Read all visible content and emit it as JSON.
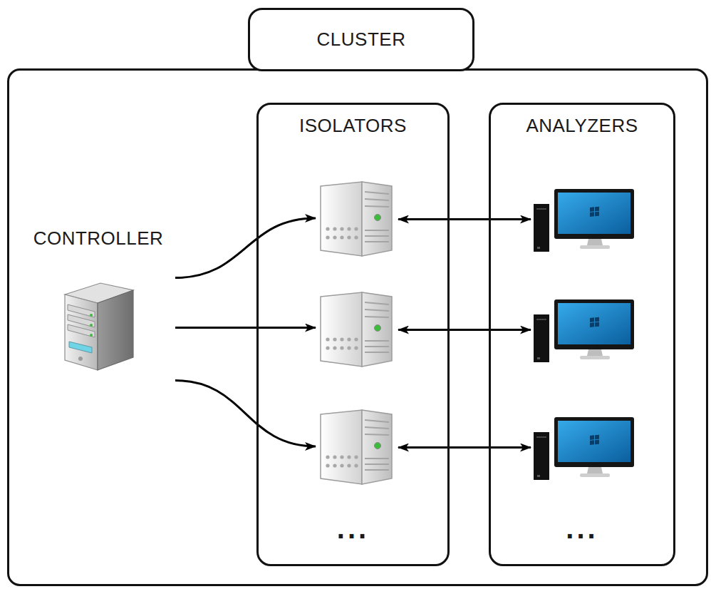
{
  "diagram": {
    "nodes": [
      {
        "text": [
          "CLUSTER"
        ]
      },
      {
        "text": [
          "CONTROLLER"
        ],
        "in": 0
      },
      {
        "text": [
          "ISOLATORS",
          "..."
        ],
        "in": 0
      },
      {
        "text": [],
        "in": 2
      },
      {
        "text": [],
        "in": 2
      },
      {
        "text": [],
        "in": 2
      },
      {
        "text": [
          "ANALYZERS",
          "..."
        ],
        "in": 0
      },
      {
        "text": [],
        "in": 6
      },
      {
        "text": [],
        "in": 6
      },
      {
        "text": [],
        "in": 6
      }
    ],
    "edges": [
      {
        "from": 1,
        "to": 3,
        "arrow": "to"
      },
      {
        "from": 1,
        "to": 4,
        "arrow": "to"
      },
      {
        "from": 1,
        "to": 5,
        "arrow": "to"
      },
      {
        "from": 3,
        "to": 7,
        "arrow": "both"
      },
      {
        "from": 4,
        "to": 8,
        "arrow": "both"
      },
      {
        "from": 5,
        "to": 9,
        "arrow": "both"
      }
    ]
  }
}
